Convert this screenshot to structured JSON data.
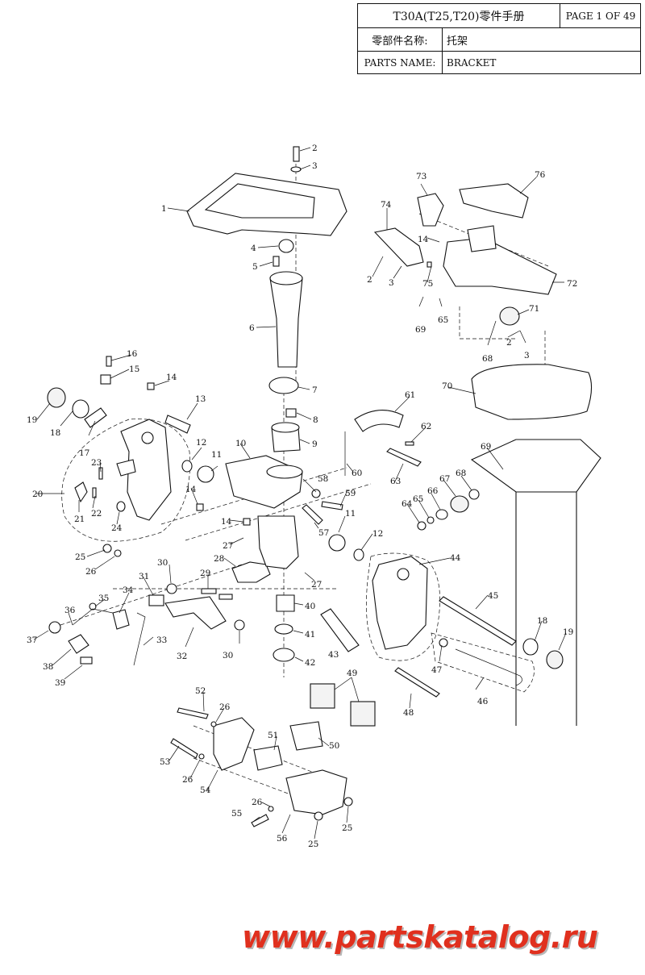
{
  "header": {
    "title": "T30A(T25,T20)零件手册",
    "page": "PAGE 1 OF 49",
    "name_cn_label": "零部件名称:",
    "name_cn_value": "托架",
    "name_en_label": "PARTS NAME:",
    "name_en_value": "BRACKET"
  },
  "callouts": [
    "1",
    "2",
    "3",
    "4",
    "5",
    "6",
    "7",
    "8",
    "9",
    "10",
    "11",
    "12",
    "13",
    "14",
    "15",
    "16",
    "17",
    "18",
    "19",
    "20",
    "21",
    "22",
    "23",
    "24",
    "25",
    "26",
    "27",
    "28",
    "29",
    "30",
    "31",
    "32",
    "33",
    "34",
    "35",
    "36",
    "37",
    "38",
    "39",
    "40",
    "41",
    "42",
    "43",
    "44",
    "45",
    "46",
    "47",
    "48",
    "49",
    "50",
    "51",
    "52",
    "53",
    "54",
    "55",
    "56",
    "57",
    "58",
    "59",
    "60",
    "61",
    "62",
    "63",
    "64",
    "65",
    "66",
    "67",
    "68",
    "69",
    "70",
    "71",
    "72",
    "73",
    "74",
    "75",
    "76"
  ],
  "watermark": "www.partskatalog.ru"
}
